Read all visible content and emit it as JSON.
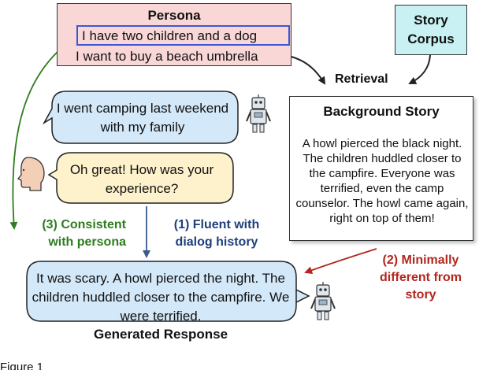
{
  "persona": {
    "title": "Persona",
    "lines": [
      "I have two children and a dog",
      "I want to buy a beach umbrella"
    ]
  },
  "story_corpus": {
    "line1": "Story",
    "line2": "Corpus"
  },
  "retrieval_label": "Retrieval",
  "background_story": {
    "title": "Background Story",
    "text": "A howl pierced the black night. The children huddled closer to the campfire. Everyone was terrified, even the camp counselor. The howl came again, right on top of them!"
  },
  "dialog": {
    "bot_message": "I went camping last weekend with my family",
    "user_message": "Oh great! How was your experience?"
  },
  "generated_response": {
    "text": "It was scary. A howl pierced the night. The children huddled closer to the campfire. We were terrified.",
    "label": "Generated Response"
  },
  "annotations": {
    "consistent": "(3) Consistent with persona",
    "fluent": "(1) Fluent with dialog history",
    "minimal": "(2) Minimally different from story"
  },
  "caption_fragment": "Figure 1",
  "colors": {
    "persona_fill": "#f9d7d7",
    "corpus_fill": "#c9f1f3",
    "bot_bubble": "#d3e8f8",
    "user_bubble": "#fdf2cc",
    "highlight": "#3b57d6",
    "green": "#2e7d1e",
    "blue": "#1f3f7a",
    "red": "#b3261e"
  },
  "icons": [
    "robot-icon",
    "human-head-icon"
  ]
}
